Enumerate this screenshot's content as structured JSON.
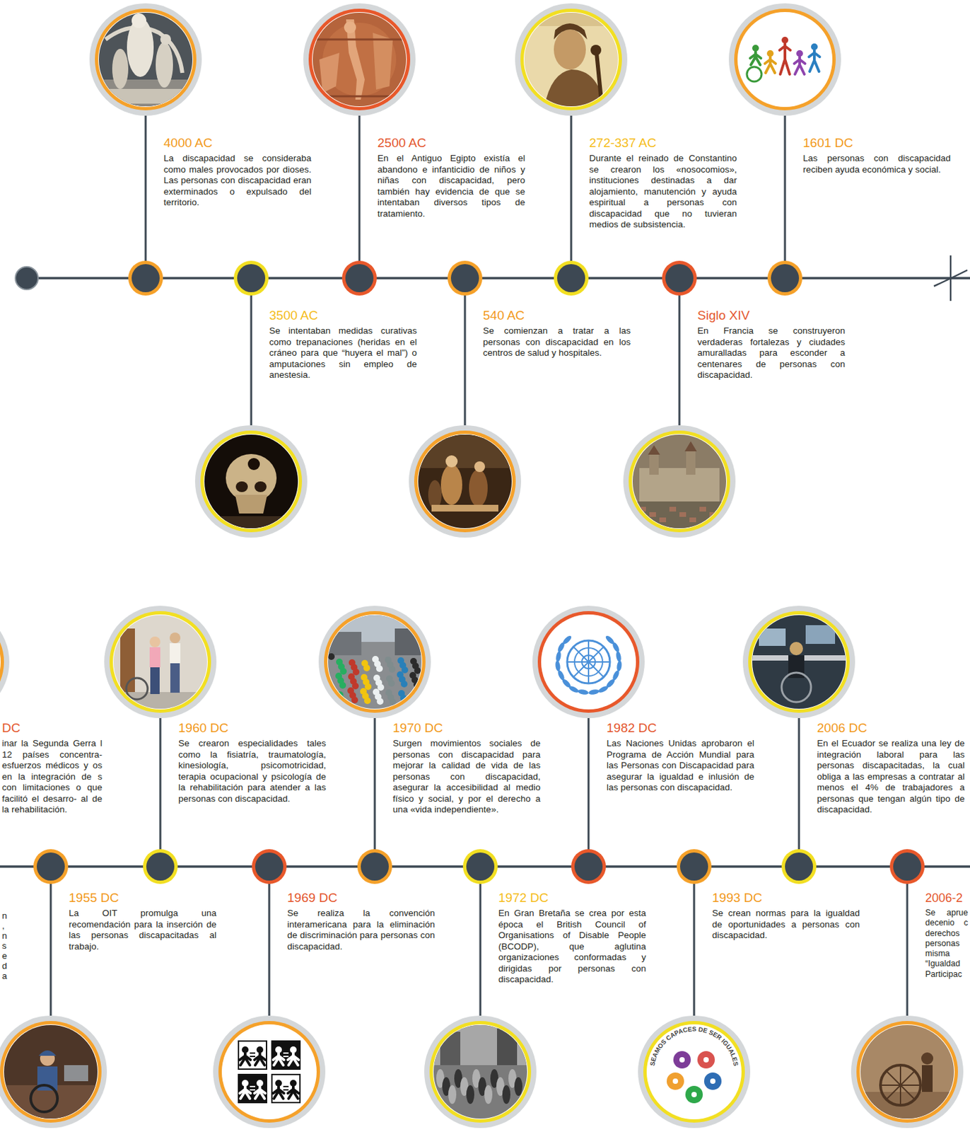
{
  "diagram": {
    "nodes": [
      {
        "text": [
          "4000 AC",
          "La discapacidad se consideraba como males provocados por dioses. Las personas con discapacidad eran exterminados o expulsado del territorio."
        ]
      },
      {
        "text": [
          "3500 AC",
          "Se intentaban medidas curativas como trepanaciones (heridas en el cráneo para que “huyera el mal”) o amputaciones sin empleo de anestesia."
        ]
      },
      {
        "text": [
          "2500 AC",
          "En el Antiguo Egipto existía el abandono e infanticidio de niños y niñas con discapacidad, pero también hay evidencia de que se intentaban diversos tipos de tratamiento."
        ]
      },
      {
        "text": [
          "540 AC",
          "Se comienzan a tratar a las personas con discapacidad en los centros de salud y hospitales."
        ]
      },
      {
        "text": [
          "272-337 AC",
          "Durante el reinado de Constantino se crearon los «nosocomios», instituciones destinadas a dar alojamiento, manutención y ayuda espiritual a personas con discapacidad que no tuvieran medios de subsistencia."
        ]
      },
      {
        "text": [
          "Siglo XIV",
          "En Francia se construyeron verdaderas fortalezas y ciudades amuralladas para esconder a centenares de personas con discapacidad."
        ]
      },
      {
        "text": [
          "1601 DC",
          "Las personas con discapacidad reciben ayuda económica y social."
        ]
      },
      {
        "text": [
          "DC",
          "inar la Segunda Gerra l 12 países concentra- esfuerzos médicos y os en la integración de s con limitaciones o que facilitó el desarro- al de la rehabilitación."
        ]
      },
      {
        "text": [
          "1955 DC",
          "La OIT promulga una recomendación para la inserción de las personas discapacitadas al trabajo."
        ]
      },
      {
        "text": [
          "1960 DC",
          "Se crearon especialidades tales como la fisiatría, traumatología, kinesiología, psicomotricidad, terapia ocupacional y psicología de la rehabilitación para atender a las personas con discapacidad."
        ]
      },
      {
        "text": [
          "1969 DC",
          "Se realiza la convención interamericana para la eliminación de discriminación para personas con discapacidad."
        ]
      },
      {
        "text": [
          "1970 DC",
          "Surgen movimientos sociales de personas con discapacidad para mejorar la calidad de vida de las personas con discapacidad, asegurar la accesibilidad al medio físico y social, y por el derecho a una «vida independiente»."
        ]
      },
      {
        "text": [
          "1972 DC",
          "En Gran Bretaña se crea por esta época el British Council of Organisations of Disable People (BCODP), que aglutina organizaciones conformadas y dirigidas por personas con discapacidad."
        ]
      },
      {
        "text": [
          "1982 DC",
          "Las Naciones Unidas aprobaron el Programa de Acción Mundial para las Personas con Discapacidad para asegurar la igualdad e inlusión de las personas con discapacidad."
        ]
      },
      {
        "text": [
          "1993 DC",
          "Se crean normas para la igualdad de oportunidades a personas con discapacidad."
        ]
      },
      {
        "text": [
          "2006 DC",
          "En el Ecuador se realiza una ley de integración laboral para las personas discapacitadas, la cual obliga a las empresas a contratar al menos el 4% de trabajadores a personas que tengan algún tipo de discapacidad."
        ]
      },
      {
        "text": [
          "2006-2",
          "Se aprue decenio c derechos personas misma “Igualdad Participac"
        ]
      }
    ],
    "labels": [
      "n , n s e d a",
      "SEAMOS CAPACES DE SER IGUALES"
    ]
  }
}
